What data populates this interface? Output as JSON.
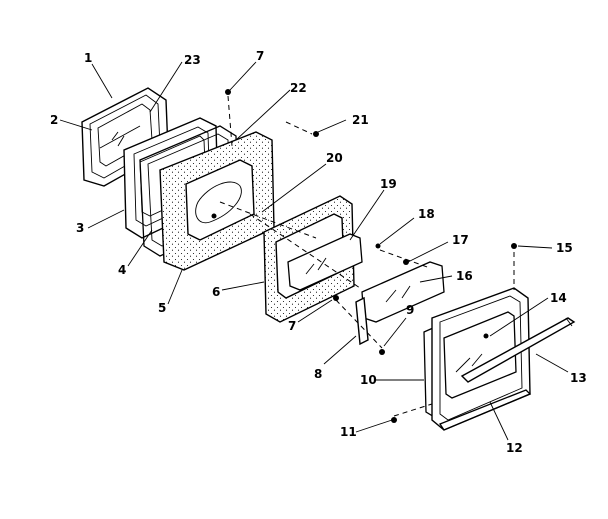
{
  "diagram": {
    "callouts": [
      {
        "id": "p1",
        "text": "1"
      },
      {
        "id": "p2",
        "text": "2"
      },
      {
        "id": "p3",
        "text": "3"
      },
      {
        "id": "p4",
        "text": "4"
      },
      {
        "id": "p5",
        "text": "5"
      },
      {
        "id": "p6",
        "text": "6"
      },
      {
        "id": "p7a",
        "text": "7"
      },
      {
        "id": "p7b",
        "text": "7"
      },
      {
        "id": "p8",
        "text": "8"
      },
      {
        "id": "p9",
        "text": "9"
      },
      {
        "id": "p10",
        "text": "10"
      },
      {
        "id": "p11",
        "text": "11"
      },
      {
        "id": "p12",
        "text": "12"
      },
      {
        "id": "p13",
        "text": "13"
      },
      {
        "id": "p14",
        "text": "14"
      },
      {
        "id": "p15",
        "text": "15"
      },
      {
        "id": "p16",
        "text": "16"
      },
      {
        "id": "p17",
        "text": "17"
      },
      {
        "id": "p18",
        "text": "18"
      },
      {
        "id": "p19",
        "text": "19"
      },
      {
        "id": "p20",
        "text": "20"
      },
      {
        "id": "p21",
        "text": "21"
      },
      {
        "id": "p22",
        "text": "22"
      },
      {
        "id": "p23",
        "text": "23"
      }
    ]
  }
}
